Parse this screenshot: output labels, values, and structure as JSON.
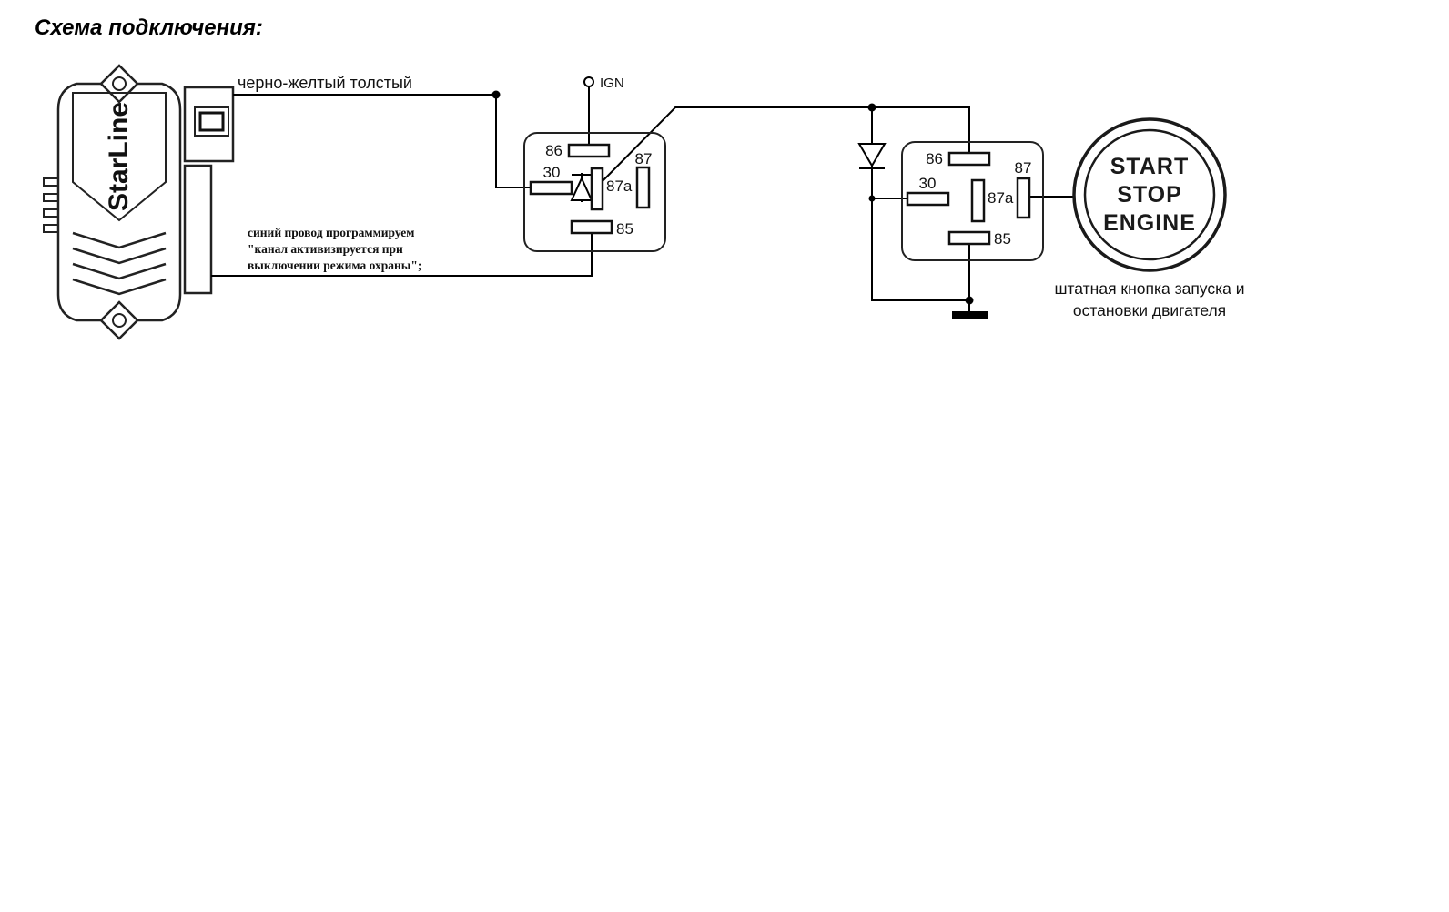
{
  "title": "Схема подключения:",
  "device": {
    "brand": "StarLine"
  },
  "labels": {
    "black_yellow_wire": "черно-желтый толстый",
    "ign": "IGN"
  },
  "relay1": {
    "p86": "86",
    "p30": "30",
    "p87a": "87a",
    "p87": "87",
    "p85": "85"
  },
  "relay2": {
    "p86": "86",
    "p30": "30",
    "p87a": "87a",
    "p87": "87",
    "p85": "85"
  },
  "note_blue_wire": {
    "line1": "синий провод программируем",
    "line2": "\"канал активизируется при",
    "line3": "выключении режима охраны\";"
  },
  "button": {
    "line1": "START",
    "line2": "STOP",
    "line3": "ENGINE"
  },
  "caption": {
    "line1": "штатная кнопка запуска и",
    "line2": "остановки двигателя"
  },
  "colors": {
    "line": "#000000",
    "background": "#ffffff"
  }
}
